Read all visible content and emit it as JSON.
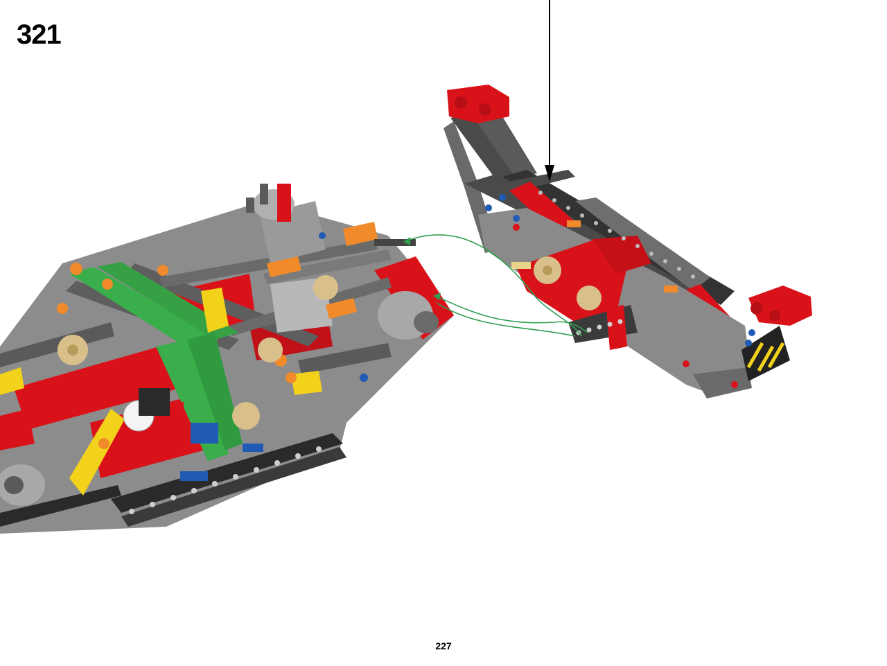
{
  "page": {
    "step_number": "321",
    "page_number": "227"
  },
  "illustration": {
    "main_assembly": "technic-chassis-assembly",
    "sub_assembly": "technic-arm-subassembly",
    "placement_arrow": "down-arrow-icon",
    "connection_guides": "green-connector-lines",
    "colors": {
      "red": "#d9121a",
      "dark_gray": "#4a4a4a",
      "light_gray": "#a8a8a8",
      "mid_gray": "#7a7a7a",
      "green": "#3aae4a",
      "yellow": "#f2d21a",
      "orange": "#f08a2a",
      "tan": "#d9c08a",
      "blue": "#1f5bb5",
      "black": "#1a1a1a",
      "guide_green": "#2fa050"
    }
  }
}
